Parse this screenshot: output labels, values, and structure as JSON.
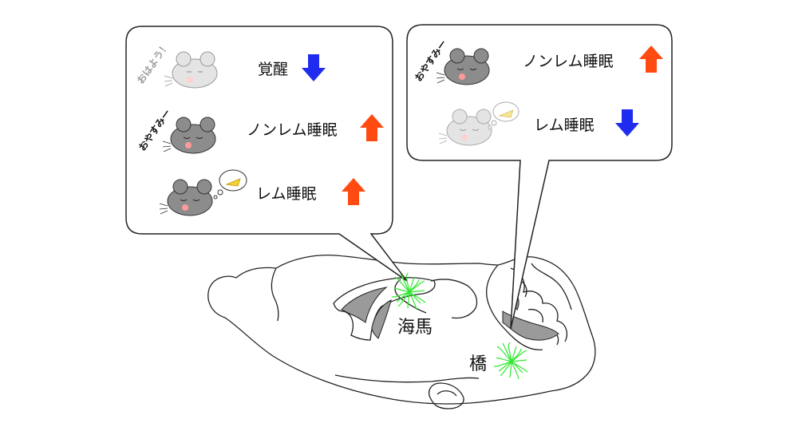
{
  "colors": {
    "arrow_up": "#ff4a12",
    "arrow_down": "#1f2cf0",
    "neuron": "#2ee82e",
    "mouse_gray": "#8c8c8c",
    "mouse_faded": "#dcdcdc",
    "ventricle": "#9a9a9a"
  },
  "regions": {
    "hippocampus": "海馬",
    "pons": "橋"
  },
  "hippocampus_panel": {
    "rows": [
      {
        "mouse": "awake",
        "speech": "おはよう！",
        "state": "覚醒",
        "direction": "down"
      },
      {
        "mouse": "sleeping",
        "speech": "おやすみー",
        "state": "ノンレム睡眠",
        "direction": "up"
      },
      {
        "mouse": "dreaming",
        "speech": "",
        "state": "レム睡眠",
        "direction": "up"
      }
    ]
  },
  "pons_panel": {
    "rows": [
      {
        "mouse": "sleeping",
        "speech": "おやすみー",
        "state": "ノンレム睡眠",
        "direction": "up"
      },
      {
        "mouse": "dreaming-faded",
        "speech": "",
        "state": "レム睡眠",
        "direction": "down"
      }
    ]
  },
  "icons": [
    "mouse-icon",
    "dream-bubble-icon",
    "cheese-icon",
    "arrow-up-icon",
    "arrow-down-icon",
    "neuron-icon",
    "brain-outline"
  ]
}
